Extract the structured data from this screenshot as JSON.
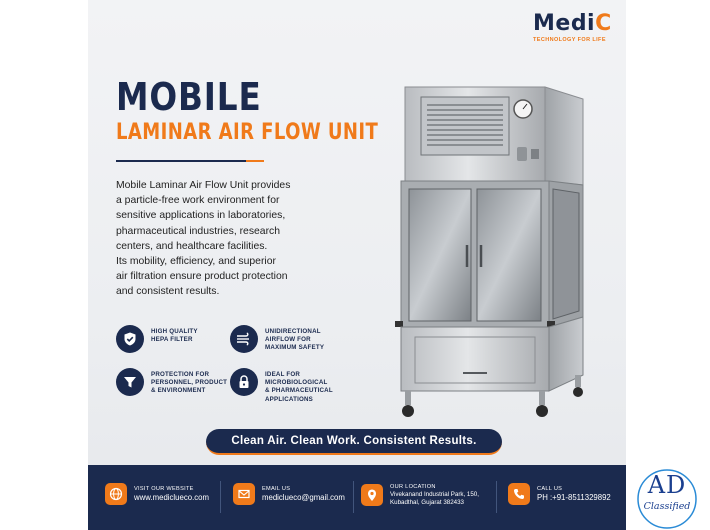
{
  "brand": {
    "name_main": "Medi",
    "name_accent": "C",
    "tagline": "TECHNOLOGY FOR LIFE"
  },
  "headline": {
    "line1": "MOBILE",
    "line2": "LAMINAR AIR FLOW UNIT"
  },
  "description": [
    "Mobile Laminar Air Flow Unit provides",
    "a particle-free work environment for",
    "sensitive applications in laboratories,",
    "pharmaceutical industries, research",
    "centers, and healthcare facilities.",
    "Its mobility, efficiency, and superior",
    "air filtration ensure product protection",
    "and consistent results."
  ],
  "features": [
    {
      "icon": "shield-check-icon",
      "lines": [
        "HIGH QUALITY",
        "HEPA FILTER"
      ]
    },
    {
      "icon": "airflow-icon",
      "lines": [
        "UNIDIRECTIONAL",
        "AIRFLOW FOR",
        "MAXIMUM SAFETY"
      ]
    },
    {
      "icon": "filter-funnel-icon",
      "lines": [
        "PROTECTION FOR",
        "PERSONNEL, PRODUCT",
        "& ENVIRONMENT"
      ]
    },
    {
      "icon": "lock-icon",
      "lines": [
        "IDEAL FOR",
        "MICROBIOLOGICAL",
        "& PHARMACEUTICAL",
        "APPLICATIONS"
      ]
    }
  ],
  "slogan": "Clean Air. Clean Work. Consistent Results.",
  "contact": {
    "website": {
      "label": "VISIT OUR WEBSITE",
      "value": "www.mediclueco.com",
      "icon": "globe-icon"
    },
    "email": {
      "label": "EMAIL US",
      "value": "mediclueco@gmail.com",
      "icon": "mail-icon"
    },
    "location": {
      "label": "OUR LOCATION",
      "line1": "Vivekanand Industrial Park, 150,",
      "line2": "Kubadthal, Gujarat 382433",
      "icon": "map-pin-icon"
    },
    "phone": {
      "label": "CALL US",
      "value": "PH :+91-8511329892",
      "icon": "phone-icon"
    }
  },
  "badge": {
    "letters": "AD",
    "word": "Classified"
  },
  "colors": {
    "navy": "#1b2a4e",
    "orange": "#f07a1a"
  }
}
